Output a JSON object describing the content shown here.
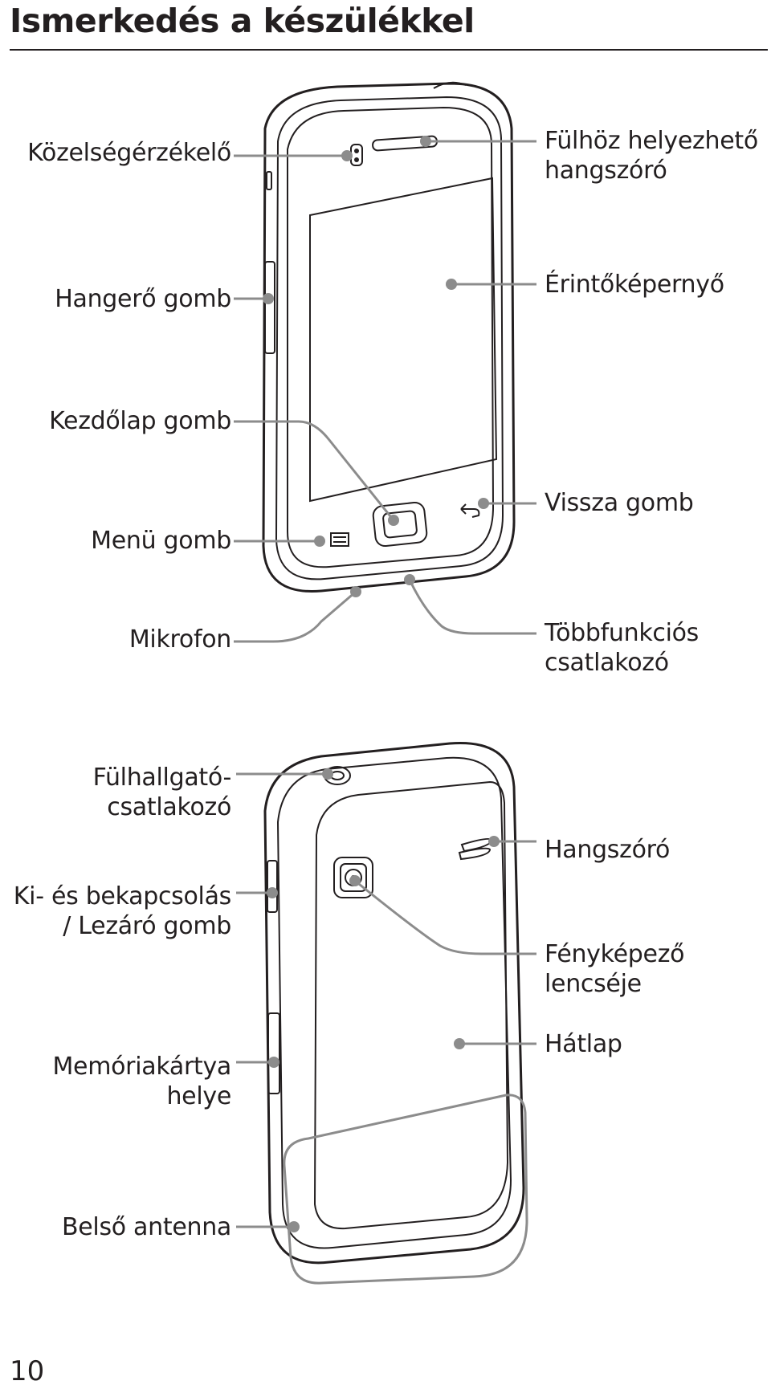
{
  "page": {
    "title": "Ismerkedés a készülékkel",
    "page_number": "10"
  },
  "front": {
    "left_labels": {
      "proximity_sensor": "Közelségérzékelő",
      "volume_button": "Hangerő gomb",
      "home_button": "Kezdőlap gomb",
      "menu_button": "Menü gomb",
      "microphone": "Mikrofon"
    },
    "right_labels": {
      "earpiece_1": "Fülhöz helyezhető",
      "earpiece_2": "hangszóró",
      "touchscreen": "Érintőképernyő",
      "back_button": "Vissza gomb",
      "connector_1": "Többfunkciós",
      "connector_2": "csatlakozó"
    }
  },
  "back": {
    "left_labels": {
      "headset_jack_1": "Fülhallgató-",
      "headset_jack_2": "csatlakozó",
      "power_key_1": "Ki- és bekapcsolás",
      "power_key_2": "/ Lezáró gomb",
      "memory_slot_1": "Memóriakártya",
      "memory_slot_2": "helye",
      "antenna": "Belső antenna"
    },
    "right_labels": {
      "speaker": "Hangszóró",
      "camera_1": "Fényképező",
      "camera_2": "lencséje",
      "back_cover": "Hátlap"
    }
  },
  "icons": {
    "menu": "menu-lines-icon",
    "back": "back-arrow-icon",
    "home": "home-square-icon"
  },
  "colors": {
    "text": "#231f20",
    "leader_lines": "#8c8c8c"
  }
}
